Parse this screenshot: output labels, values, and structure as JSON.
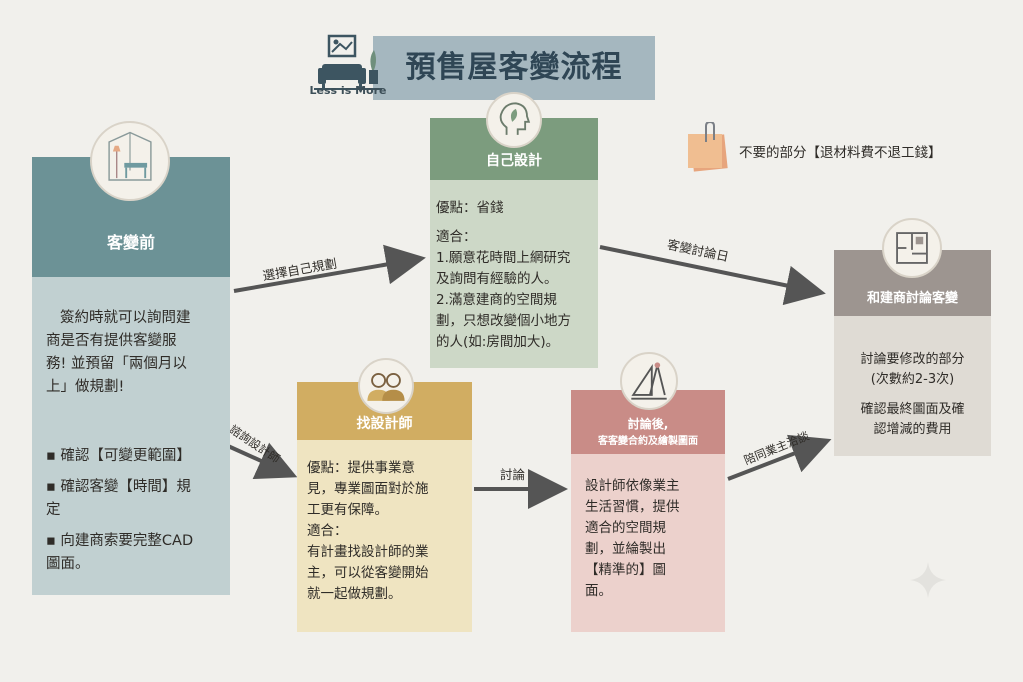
{
  "header": {
    "title": "預售屋客變流程",
    "logo_text": "Less is More"
  },
  "note": {
    "text": "不要的部分【退材料費不退工錢】",
    "icon": "sticky-note-clip-icon"
  },
  "box_before": {
    "title": "客變前",
    "icon": "room-lamp-table-icon",
    "paragraph": [
      "簽約時就可以詢問建",
      "商是否有提供客變服",
      "務! 並預留「兩個月以",
      "上」做規劃!"
    ],
    "bullets": [
      [
        "▪ 確認【可變更範圍】"
      ],
      [
        "▪ 確認客變【時間】規",
        "定"
      ],
      [
        "▪ 向建商索要完整CAD",
        "圖面。"
      ]
    ]
  },
  "box_self": {
    "title": "自己設計",
    "icon": "head-leaf-icon",
    "lines": [
      "優點：省錢",
      "",
      "適合：",
      "1.願意花時間上網研究",
      "及詢問有經驗的人。",
      "2.滿意建商的空間規",
      "劃，只想改變個小地方",
      "的人(如:房間加大)。"
    ]
  },
  "box_designer": {
    "title": "找設計師",
    "icon": "two-people-icon",
    "lines": [
      "優點：提供事業意",
      "見，專業圖面對於施",
      "工更有保障。",
      "適合：",
      "有計畫找設計師的業",
      "主，可以從客變開始",
      "就一起做規劃。"
    ]
  },
  "box_discuss": {
    "title_line1": "討論後,",
    "title_line2": "客客變合約及繪製圖面",
    "icon": "drafting-tools-icon",
    "lines": [
      "設計師依像業主",
      "生活習慣，提供",
      "適合的空間規",
      "劃，並綸製出",
      "【精準的】圖",
      "面。"
    ]
  },
  "box_builder": {
    "title": "和建商討論客變",
    "icon": "floor-plan-icon",
    "lines": [
      "討論要修改的部分",
      "(次數約2-3次)",
      "",
      "確認最終圖面及確",
      "認增減的費用"
    ]
  },
  "arrows": {
    "a1": "選擇自己規劃",
    "a2": "客變討論日",
    "a3": "諮詢設計師",
    "a4": "討論",
    "a5": "陪同業主洽談"
  }
}
